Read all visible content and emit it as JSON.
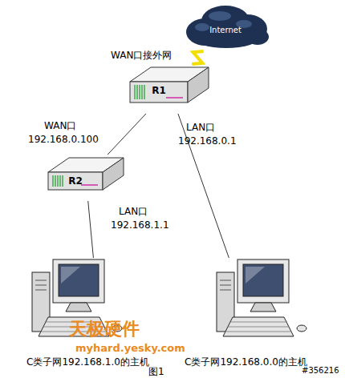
{
  "diagram": {
    "nodes": [
      {
        "text": [
          "Internet"
        ]
      },
      {
        "text": [
          "R1"
        ]
      },
      {
        "text": [
          "R2"
        ]
      },
      {
        "text": [
          "C类子网192.168.1.0的主机"
        ]
      },
      {
        "text": [
          "C类子网192.168.0.0的主机"
        ]
      }
    ],
    "edges": [
      {
        "from": 0,
        "to": 1,
        "arrow": "none"
      },
      {
        "from": 1,
        "to": 2,
        "arrow": "none"
      },
      {
        "from": 1,
        "to": 4,
        "arrow": "none"
      },
      {
        "from": 2,
        "to": 3,
        "arrow": "none"
      }
    ],
    "labels": [
      "WAN口接外网",
      "WAN口",
      "192.168.0.100",
      "LAN口",
      "192.168.0.1",
      "LAN口",
      "192.168.1.1",
      "天极硬件",
      "myhard.yesky.com",
      "图1",
      "#356216"
    ]
  }
}
